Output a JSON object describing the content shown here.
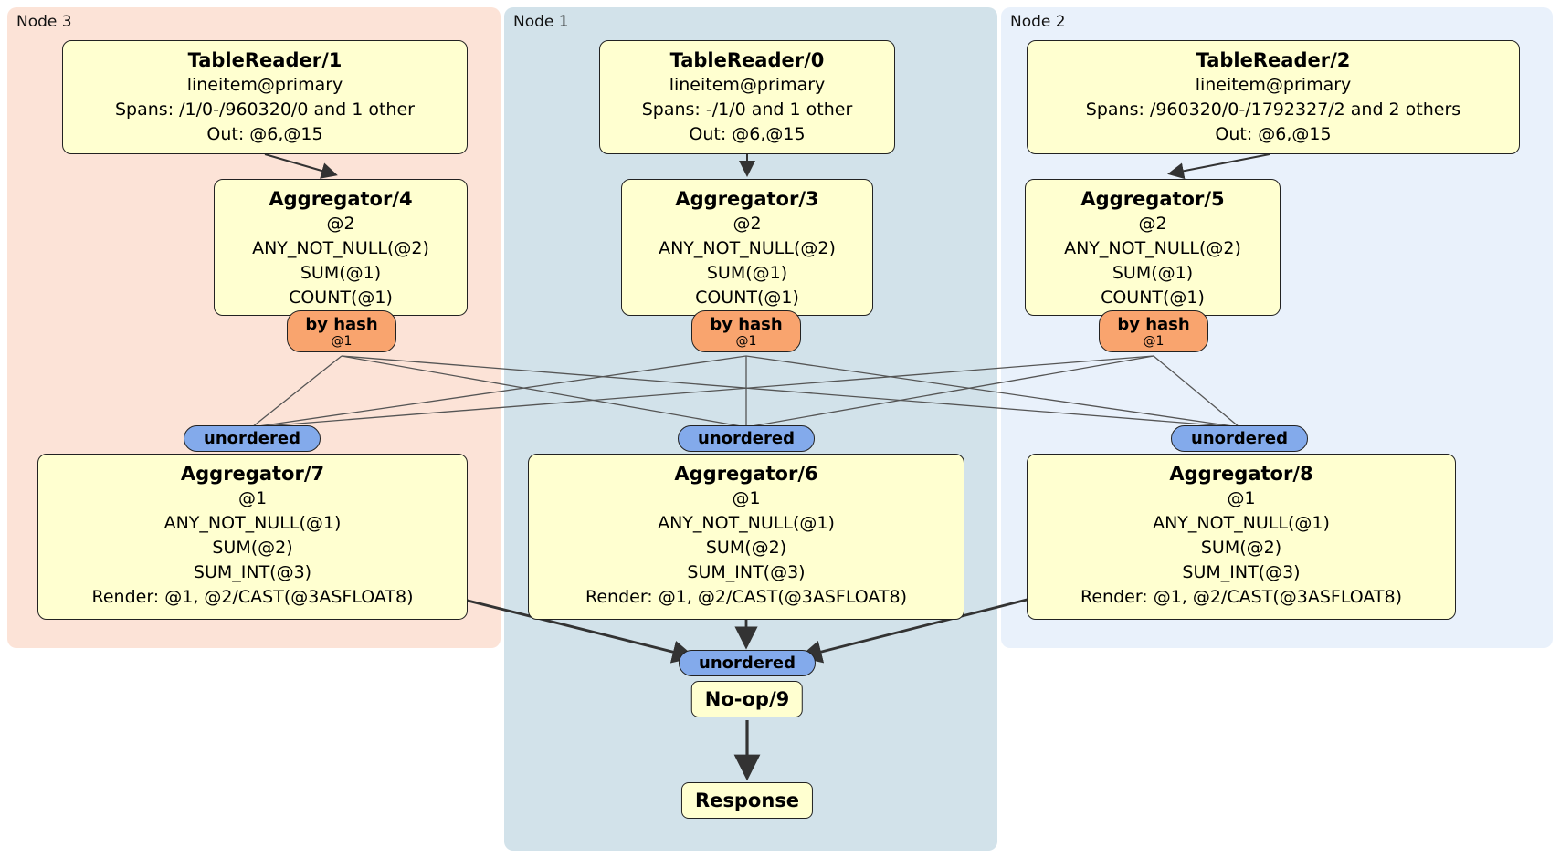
{
  "regions": [
    {
      "label": "Node 3"
    },
    {
      "label": "Node 1"
    },
    {
      "label": "Node 2"
    }
  ],
  "boxes": {
    "tr1": {
      "title": "TableReader/1",
      "lines": [
        "lineitem@primary",
        "Spans: /1/0-/960320/0 and 1 other",
        "Out: @6,@15"
      ]
    },
    "tr0": {
      "title": "TableReader/0",
      "lines": [
        "lineitem@primary",
        "Spans: -/1/0 and 1 other",
        "Out: @6,@15"
      ]
    },
    "tr2": {
      "title": "TableReader/2",
      "lines": [
        "lineitem@primary",
        "Spans: /960320/0-/1792327/2 and 2 others",
        "Out: @6,@15"
      ]
    },
    "agg4": {
      "title": "Aggregator/4",
      "lines": [
        "@2",
        "ANY_NOT_NULL(@2)",
        "SUM(@1)",
        "COUNT(@1)"
      ]
    },
    "agg3": {
      "title": "Aggregator/3",
      "lines": [
        "@2",
        "ANY_NOT_NULL(@2)",
        "SUM(@1)",
        "COUNT(@1)"
      ]
    },
    "agg5": {
      "title": "Aggregator/5",
      "lines": [
        "@2",
        "ANY_NOT_NULL(@2)",
        "SUM(@1)",
        "COUNT(@1)"
      ]
    },
    "agg7": {
      "title": "Aggregator/7",
      "lines": [
        "@1",
        "ANY_NOT_NULL(@1)",
        "SUM(@2)",
        "SUM_INT(@3)",
        "Render: @1, @2/CAST(@3ASFLOAT8)"
      ]
    },
    "agg6": {
      "title": "Aggregator/6",
      "lines": [
        "@1",
        "ANY_NOT_NULL(@1)",
        "SUM(@2)",
        "SUM_INT(@3)",
        "Render: @1, @2/CAST(@3ASFLOAT8)"
      ]
    },
    "agg8": {
      "title": "Aggregator/8",
      "lines": [
        "@1",
        "ANY_NOT_NULL(@1)",
        "SUM(@2)",
        "SUM_INT(@3)",
        "Render: @1, @2/CAST(@3ASFLOAT8)"
      ]
    },
    "noop": {
      "title": "No-op/9"
    },
    "response": {
      "title": "Response"
    }
  },
  "pills": {
    "byhash": {
      "label": "by hash",
      "sub": "@1"
    },
    "unordered": {
      "label": "unordered"
    }
  },
  "colors": {
    "node3_bg": "#fce3d7",
    "node1_bg": "#d2e2ea",
    "node2_bg": "#e9f1fb",
    "box_bg": "#ffffd0",
    "hash_pill_bg": "#f9a46e",
    "unordered_pill_bg": "#83aaeb",
    "edge": "#444444"
  }
}
